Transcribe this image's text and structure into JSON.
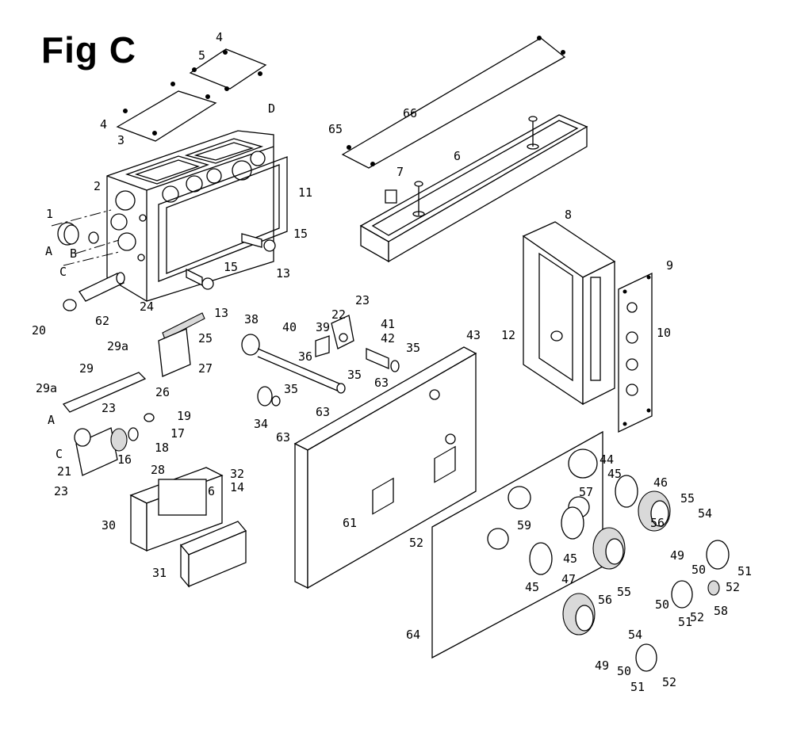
{
  "figure": {
    "title": "Fig C"
  },
  "labels": [
    "1",
    "2",
    "3",
    "4",
    "4",
    "5",
    "D",
    "11",
    "15",
    "15",
    "13",
    "13",
    "A",
    "B",
    "C",
    "62",
    "20",
    "24",
    "25",
    "27",
    "26",
    "29a",
    "29a",
    "29",
    "A",
    "23",
    "23",
    "C",
    "21",
    "16",
    "18",
    "17",
    "19",
    "28",
    "32",
    "6",
    "14",
    "30",
    "31",
    "38",
    "40",
    "36",
    "39",
    "22",
    "23",
    "41",
    "42",
    "35",
    "35",
    "35",
    "63",
    "63",
    "63",
    "34",
    "43",
    "61",
    "66",
    "65",
    "6",
    "7",
    "8",
    "9",
    "10",
    "12",
    "44",
    "45",
    "46",
    "55",
    "54",
    "56",
    "57",
    "59",
    "45",
    "45",
    "52",
    "52",
    "52",
    "52",
    "47",
    "55",
    "56",
    "49",
    "49",
    "50",
    "50",
    "50",
    "51",
    "51",
    "51",
    "58",
    "64",
    "54"
  ]
}
